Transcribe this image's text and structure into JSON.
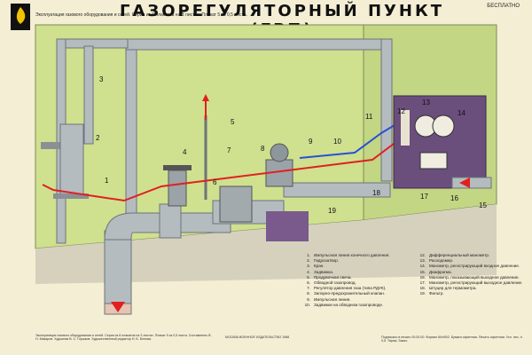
{
  "header": {
    "caption": "Эксплуатация газового оборудования и сетей. Серия из 6 плакатов на 3 листах. Плакат 5 из 0,5 листа.",
    "title": "ГАЗОРЕГУЛЯТОРНЫЙ ПУНКТ (ГРП)",
    "free_label": "БЕСПЛАТНО"
  },
  "callouts": [
    "1",
    "2",
    "3",
    "4",
    "5",
    "6",
    "7",
    "8",
    "9",
    "10",
    "11",
    "12",
    "13",
    "14",
    "15",
    "16",
    "17",
    "18",
    "19"
  ],
  "legend_left": [
    {
      "n": "1.",
      "text": "Импульсная линия конечного давления."
    },
    {
      "n": "2.",
      "text": "Гидрозатвор."
    },
    {
      "n": "3.",
      "text": "Кран."
    },
    {
      "n": "4.",
      "text": "Задвижка."
    },
    {
      "n": "5.",
      "text": "Продувочная свеча."
    },
    {
      "n": "6.",
      "text": "Обводной газопровод."
    },
    {
      "n": "7.",
      "text": "Регулятор давления газа (типа РДУК)."
    },
    {
      "n": "8.",
      "text": "Запорно-предохранительный клапан."
    },
    {
      "n": "9.",
      "text": "Импульсная линия."
    },
    {
      "n": "10.",
      "text": "Задвижки на обводном газопроводе."
    }
  ],
  "legend_right": [
    {
      "n": "12.",
      "text": "Дифференциальный манометр."
    },
    {
      "n": "13.",
      "text": "Расходомер."
    },
    {
      "n": "14.",
      "text": "Манометр, регистрирующий входное давление."
    },
    {
      "n": "15.",
      "text": "Диафрагма."
    },
    {
      "n": "16.",
      "text": "Манометр, показывающий выходное давление."
    },
    {
      "n": "17.",
      "text": "Манометр, регистрирующий выходное давление."
    },
    {
      "n": "18.",
      "text": "Штуцер для термометра."
    },
    {
      "n": "19.",
      "text": "Фильтр."
    }
  ],
  "footer": {
    "left": "Эксплуатация газового оборудования и сетей. Серия из 6 плакатов на 3 листах. Плакат 5 из 0,5 листа. Составитель В. Н. Макаров. Художник В. С. Горшков. Художественный редактор Н. Б. Белова.",
    "center": "МОСКВА ВОЕННОЕ ИЗДАТЕЛЬСТВО 1988",
    "right": "Подписано в печать 00.00.00. Формат 60х90/2. Бумага офсетная. Печать офсетная. Усл. печ. л. 0,5. Тираж. Заказ."
  },
  "colors": {
    "background": "#f4eed4",
    "wall": "#cfe08f",
    "floor": "#d9d4c0",
    "pipe": "#b5bcc0",
    "red_line": "#e02020",
    "blue_line": "#2a4fd6",
    "panel": "#6a4e7c"
  }
}
